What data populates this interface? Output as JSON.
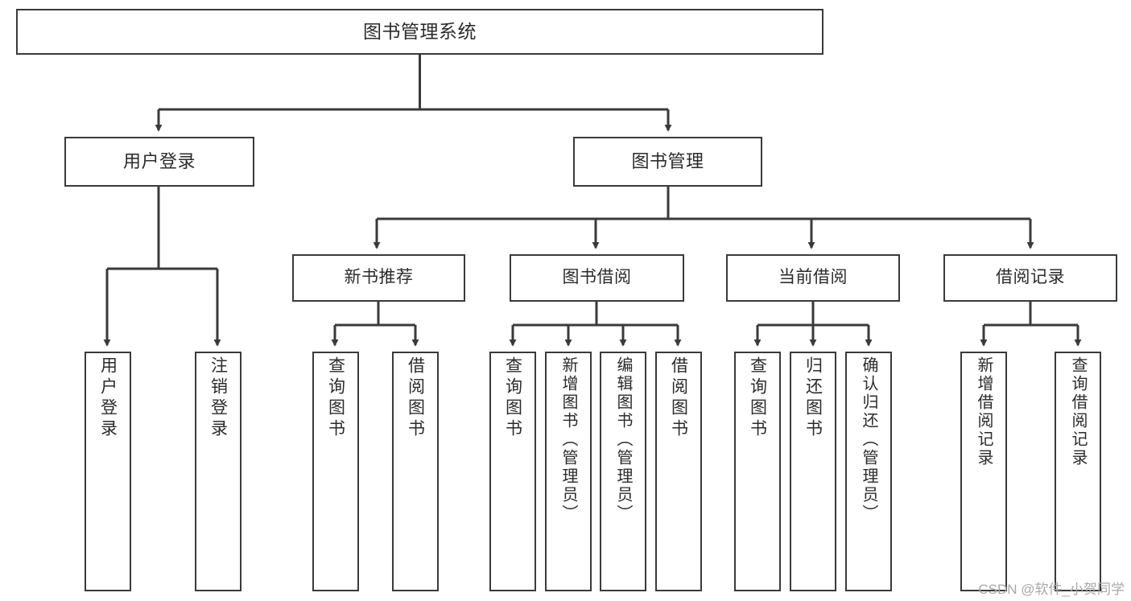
{
  "diagram": {
    "title": "图书管理系统",
    "type": "tree-hierarchy-chart",
    "colors": {
      "box_border": "#3a3a3a",
      "box_fill": "#ffffff",
      "connector": "#3a3a3a",
      "text": "#2b2b2b",
      "watermark": "#a8a8a8",
      "background": "#ffffff"
    },
    "root": {
      "label": "图书管理系统"
    },
    "level2": [
      {
        "label": "用户登录"
      },
      {
        "label": "图书管理"
      }
    ],
    "level3": [
      {
        "label": "新书推荐"
      },
      {
        "label": "图书借阅"
      },
      {
        "label": "当前借阅"
      },
      {
        "label": "借阅记录"
      }
    ],
    "leaves": {
      "user_login": [
        {
          "label": "用户登录"
        },
        {
          "label": "注销登录"
        }
      ],
      "new_book_recommend": [
        {
          "label": "查询图书"
        },
        {
          "label": "借阅图书"
        }
      ],
      "book_borrow": [
        {
          "label": "查询图书"
        },
        {
          "label": "新增图书（管理员）"
        },
        {
          "label": "编辑图书（管理员）"
        },
        {
          "label": "借阅图书"
        }
      ],
      "current_borrow": [
        {
          "label": "查询图书"
        },
        {
          "label": "归还图书"
        },
        {
          "label": "确认归还（管理员）"
        }
      ],
      "borrow_record": [
        {
          "label": "新增借阅记录"
        },
        {
          "label": "查询借阅记录"
        }
      ]
    }
  },
  "watermark": {
    "text": "CSDN @软件_小贺同学"
  }
}
